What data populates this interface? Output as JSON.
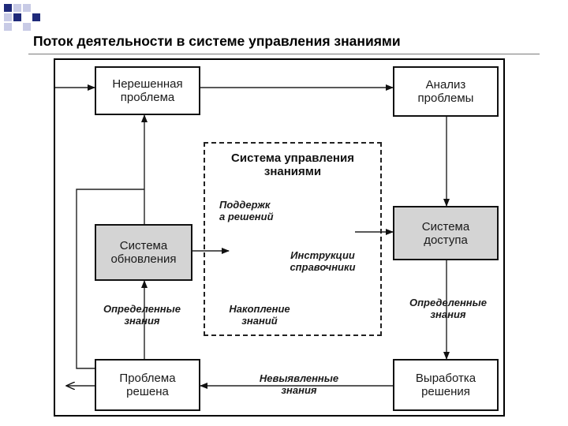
{
  "title": "Поток деятельности в системе управления знаниями",
  "colors": {
    "accent": "#1f2a7a",
    "light": "#c8cbe6",
    "gray_box": "#d4d4d4"
  },
  "boxes": {
    "unsolved": "Нерешенная\nпроблема",
    "analysis": "Анализ\nпроблемы",
    "update": "Система\nобновления",
    "access": "Система\nдоступа",
    "solved": "Проблема\nрешена",
    "decision": "Выработка\nрешения"
  },
  "center": {
    "title": "Система управления\nзнаниями",
    "support": "Поддержк\nа решений",
    "instructions": "Инструкции\nсправочники",
    "accumulation": "Накопление\nзнаний"
  },
  "labels": {
    "defined_left": "Определенные\nзнания",
    "defined_right": "Определенные\nзнания",
    "unrevealed": "Невыявленные\nзнания"
  }
}
